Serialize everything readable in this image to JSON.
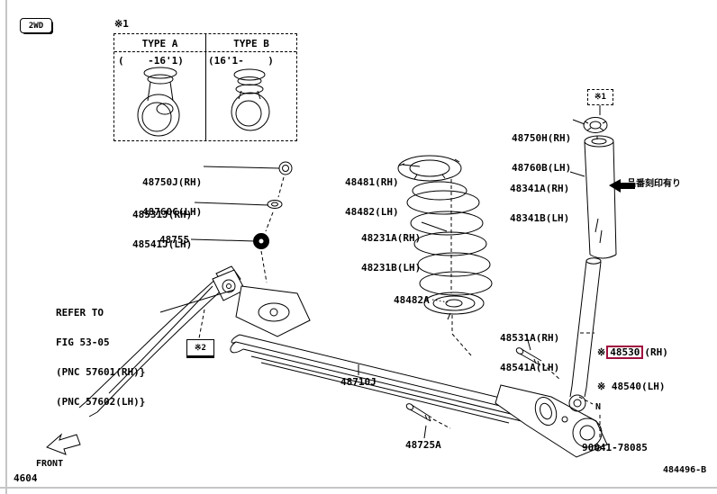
{
  "colors": {
    "highlight_box": "#a00f3e"
  },
  "badge": {
    "drive_type": "2WD"
  },
  "variant_table": {
    "ref_mark": "※1",
    "type_a": {
      "header": "TYPE A",
      "period": "(    -16'1)"
    },
    "type_b": {
      "header": "TYPE B",
      "period": "(16'1-    )"
    }
  },
  "parts": {
    "upper_mount_nut": {
      "rh": "48750J(RH)",
      "lh": "48760C(LH)"
    },
    "upper_mount_retainer": {
      "rh": "48531J(RH)",
      "lh": "48541J(LH)"
    },
    "upper_mount_cushion": "48755",
    "spring_upper_insulator": {
      "rh": "48481(RH)",
      "lh": "48482(LH)"
    },
    "coil_spring": {
      "rh": "48231A(RH)",
      "lh": "48231B(LH)"
    },
    "spring_lower_insulator": "48482A",
    "shock_top_nut": {
      "rh": "48750H(RH)",
      "lh": "48760B(LH)"
    },
    "shock_cover": {
      "rh": "48341A(RH)",
      "lh": "48341B(LH)"
    },
    "shock_lower_bolt": {
      "rh": "48531A(RH)",
      "lh": "48541A(LH)"
    },
    "shock_absorber": {
      "mark": "※",
      "rh_number": "48530",
      "rh_suffix": "(RH)",
      "lh_line": "※ 48540(LH)"
    },
    "axle_beam": "48710J",
    "axle_bolt": "48725A",
    "standard_nut": "90041-78085",
    "nut_symbol": "N"
  },
  "notes": {
    "refer": {
      "line1": "REFER TO",
      "line2": "FIG 53-05",
      "line3": "(PNC 57601(RH)}",
      "line4": "(PNC 57602(LH)}"
    },
    "stamp_note": "品番刻印有り",
    "ref_mark_upper": "※1",
    "ref_mark_lower": "※2"
  },
  "footer": {
    "fig_number": "4604",
    "drawing_code": "484496-B",
    "front_label": "FRONT"
  }
}
